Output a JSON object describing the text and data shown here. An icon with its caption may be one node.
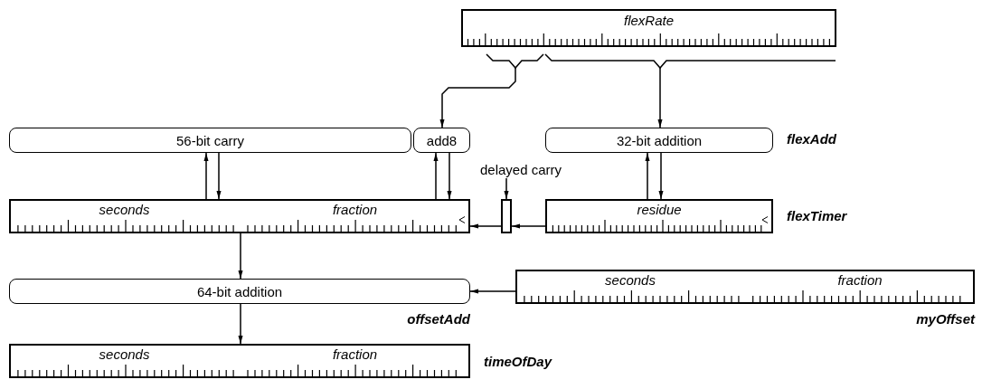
{
  "diagram": {
    "nodes": [
      {
        "text": [
          "flexRate"
        ]
      },
      {
        "text": [
          "56-bit carry"
        ]
      },
      {
        "text": [
          "add8"
        ]
      },
      {
        "text": [
          "32-bit addition"
        ]
      },
      {
        "text": [],
        "shape": "box"
      },
      {
        "text": [
          "seconds"
        ],
        "in": 4
      },
      {
        "text": [
          "fraction"
        ],
        "in": 4
      },
      {
        "text": [
          "delayed carry"
        ]
      },
      {
        "text": [],
        "shape": "bar"
      },
      {
        "text": [
          "residue"
        ]
      },
      {
        "text": [
          "64-bit addition"
        ],
        "beside": [
          "offsetAdd"
        ]
      },
      {
        "text": [],
        "shape": "box",
        "beside": [
          "myOffset"
        ]
      },
      {
        "text": [
          "seconds"
        ],
        "in": 11
      },
      {
        "text": [
          "fraction"
        ],
        "in": 11
      },
      {
        "text": [],
        "shape": "box",
        "beside": [
          "timeOfDay"
        ]
      },
      {
        "text": [
          "seconds"
        ],
        "in": 14
      },
      {
        "text": [
          "fraction"
        ],
        "in": 14
      }
    ],
    "edges": [
      {
        "from": 0,
        "to": 2,
        "arrow": "to"
      },
      {
        "from": 0,
        "to": 3,
        "arrow": "to"
      },
      {
        "from": 5,
        "to": 1,
        "arrow": "to"
      },
      {
        "from": 1,
        "to": 5,
        "arrow": "to"
      },
      {
        "from": 6,
        "to": 2,
        "arrow": "to"
      },
      {
        "from": 2,
        "to": 6,
        "arrow": "to"
      },
      {
        "from": 9,
        "to": 3,
        "arrow": "to"
      },
      {
        "from": 3,
        "to": 9,
        "arrow": "to"
      },
      {
        "from": 7,
        "to": 8,
        "arrow": "to"
      },
      {
        "from": 8,
        "to": 6,
        "arrow": "to"
      },
      {
        "from": 9,
        "to": 8,
        "arrow": "to"
      },
      {
        "from": 4,
        "to": 10,
        "arrow": "to"
      },
      {
        "from": 11,
        "to": 10,
        "arrow": "to"
      },
      {
        "from": 10,
        "to": 14,
        "arrow": "to"
      }
    ],
    "labels": [
      "flexAdd",
      "flexTimer"
    ]
  }
}
